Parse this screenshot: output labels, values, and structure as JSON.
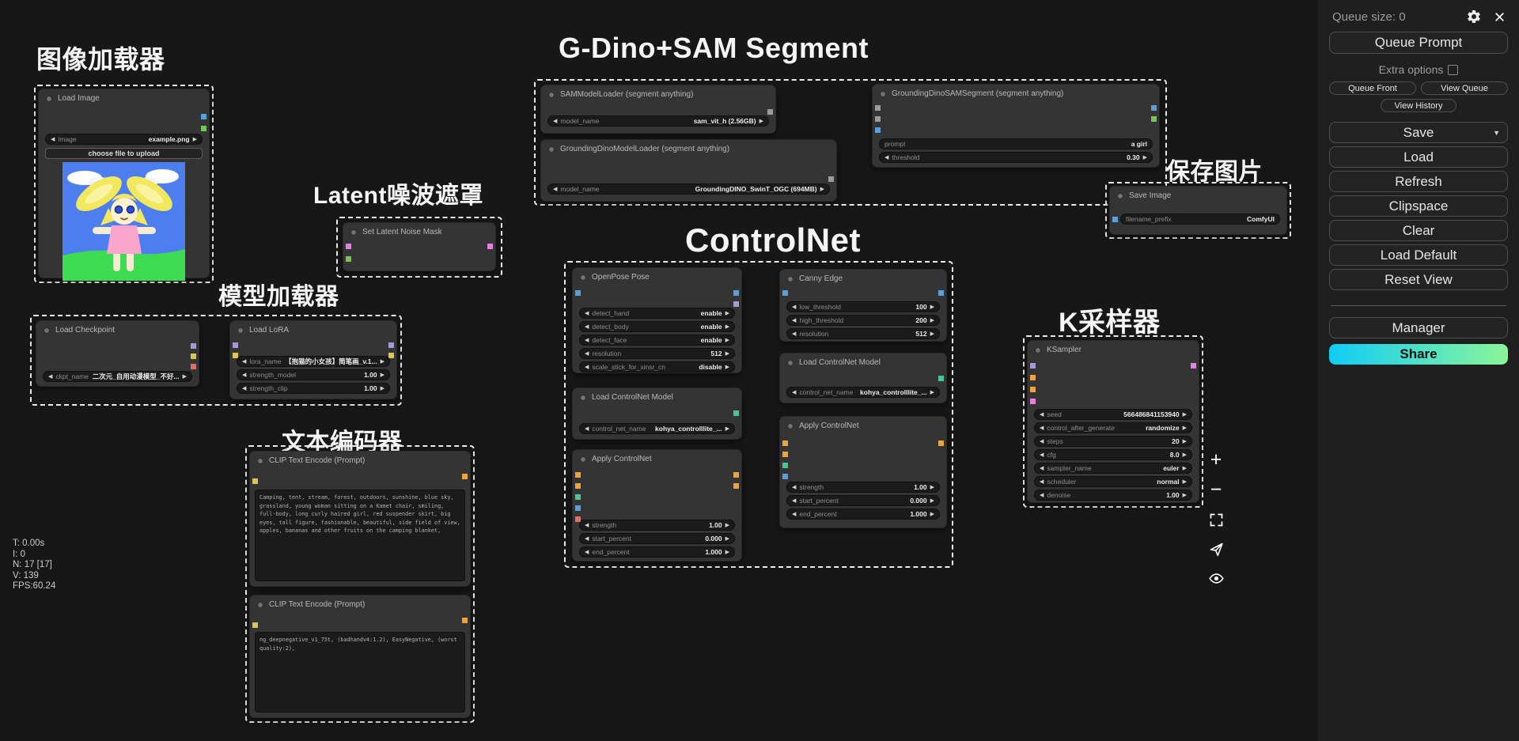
{
  "icons": {
    "left_arrow": "◀",
    "right_arrow": "▶",
    "dropdown_arrow": "▼",
    "plus": "+",
    "minus": "−"
  },
  "colors": {
    "canvas_bg": "#171717",
    "node_bg": "#343434",
    "group_border": "#ededed",
    "sidebar_bg": "#1f1f1f",
    "share_gradient_start": "#10cdf5",
    "share_gradient_end": "#8bf59a",
    "slot_image_blue": "#58a0dc",
    "slot_mask_green": "#79c457",
    "slot_controlnet_teal": "#46c793",
    "slot_latent_pink": "#e47fe4",
    "slot_model_lavender": "#a998d8",
    "slot_conditioning_orange": "#eda43c",
    "slot_clip_yellow": "#d9c750",
    "slot_sam_gray": "#9c9c9c",
    "slot_vae_salmon": "#e86a6a"
  },
  "groups": {
    "image_loader": {
      "label": "图像加载器"
    },
    "gdino_sam": {
      "label": "G-Dino+SAM Segment"
    },
    "latent_mask": {
      "label": "Latent噪波遮罩"
    },
    "model_loader": {
      "label": "模型加载器"
    },
    "text_encoder": {
      "label": "文本编码器"
    },
    "controlnet": {
      "label": "ControlNet"
    },
    "ksampler": {
      "label": "K采样器"
    },
    "save_image": {
      "label": "保存图片"
    }
  },
  "nodes": {
    "load_image": {
      "title": "Load Image",
      "widget": {
        "label": "image",
        "value": "example.png"
      },
      "button": "choose file to upload"
    },
    "sam_loader": {
      "title": "SAMModelLoader (segment anything)",
      "widget": {
        "label": "model_name",
        "value": "sam_vit_h (2.56GB)"
      }
    },
    "gdino_loader": {
      "title": "GroundingDinoModelLoader (segment anything)",
      "widget": {
        "label": "model_name",
        "value": "GroundingDINO_SwinT_OGC (694MB)"
      }
    },
    "gdino_segment": {
      "title": "GroundingDinoSAMSegment (segment anything)",
      "prompt": {
        "label": "prompt",
        "value": "a girl"
      },
      "threshold": {
        "label": "threshold",
        "value": "0.30"
      }
    },
    "set_latent_mask": {
      "title": "Set Latent Noise Mask"
    },
    "load_checkpoint": {
      "title": "Load Checkpoint",
      "widget": {
        "label": "ckpt_name",
        "value": "二次元_自用动漫模型_不好..."
      }
    },
    "load_lora": {
      "title": "Load LoRA",
      "widgets": [
        {
          "label": "lora_name",
          "value": "【抱猫的小女孩】简笔画_v.1..."
        },
        {
          "label": "strength_model",
          "value": "1.00"
        },
        {
          "label": "strength_clip",
          "value": "1.00"
        }
      ]
    },
    "clip_positive": {
      "title": "CLIP Text Encode (Prompt)",
      "text": "Camping, tent, stream, forest, outdoors, sunshine, blue sky, grassland, young woman sitting on a Kamet chair, smiling, full-body, long curly haired girl, red suspender skirt, big eyes, tall figure, fashionable, beautiful, side field of view, apples, bananas and other fruits on the camping blanket,"
    },
    "clip_negative": {
      "title": "CLIP Text Encode (Prompt)",
      "text": "ng_deepnegative_v1_75t, (badhandv4:1.2), EasyNegative, (worst quality:2),"
    },
    "openpose": {
      "title": "OpenPose Pose",
      "widgets": [
        {
          "label": "detect_hand",
          "value": "enable"
        },
        {
          "label": "detect_body",
          "value": "enable"
        },
        {
          "label": "detect_face",
          "value": "enable"
        },
        {
          "label": "resolution",
          "value": "512"
        },
        {
          "label": "scale_stick_for_xinsr_cn",
          "value": "disable"
        }
      ]
    },
    "load_controlnet_left": {
      "title": "Load ControlNet Model",
      "widget": {
        "label": "control_net_name",
        "value": "kohya_controlllite_..."
      }
    },
    "apply_controlnet_left": {
      "title": "Apply ControlNet",
      "widgets": [
        {
          "label": "strength",
          "value": "1.00"
        },
        {
          "label": "start_percent",
          "value": "0.000"
        },
        {
          "label": "end_percent",
          "value": "1.000"
        }
      ]
    },
    "canny": {
      "title": "Canny Edge",
      "widgets": [
        {
          "label": "low_threshold",
          "value": "100"
        },
        {
          "label": "high_threshold",
          "value": "200"
        },
        {
          "label": "resolution",
          "value": "512"
        }
      ]
    },
    "load_controlnet_right": {
      "title": "Load ControlNet Model",
      "widget": {
        "label": "control_net_name",
        "value": "kohya_controlllite_..."
      }
    },
    "apply_controlnet_right": {
      "title": "Apply ControlNet",
      "widgets": [
        {
          "label": "strength",
          "value": "1.00"
        },
        {
          "label": "start_percent",
          "value": "0.000"
        },
        {
          "label": "end_percent",
          "value": "1.000"
        }
      ]
    },
    "ksampler": {
      "title": "KSampler",
      "widgets": [
        {
          "label": "seed",
          "value": "566486841153940"
        },
        {
          "label": "control_after_generate",
          "value": "randomize"
        },
        {
          "label": "steps",
          "value": "20"
        },
        {
          "label": "cfg",
          "value": "8.0"
        },
        {
          "label": "sampler_name",
          "value": "euler"
        },
        {
          "label": "scheduler",
          "value": "normal"
        },
        {
          "label": "denoise",
          "value": "1.00"
        }
      ]
    },
    "save_image": {
      "title": "Save Image",
      "widget": {
        "label": "filename_prefix",
        "value": "ComfyUI"
      }
    }
  },
  "sidebar": {
    "queue_size": "Queue size: 0",
    "queue_prompt": "Queue Prompt",
    "extra_options": "Extra options",
    "queue_front": "Queue Front",
    "view_queue": "View Queue",
    "view_history": "View History",
    "save": "Save",
    "load": "Load",
    "refresh": "Refresh",
    "clipspace": "Clipspace",
    "clear": "Clear",
    "load_default": "Load Default",
    "reset_view": "Reset View",
    "manager": "Manager",
    "share": "Share"
  },
  "stats": {
    "lines": [
      "T: 0.00s",
      "I: 0",
      "N: 17 [17]",
      "V: 139",
      "FPS:60.24"
    ]
  }
}
